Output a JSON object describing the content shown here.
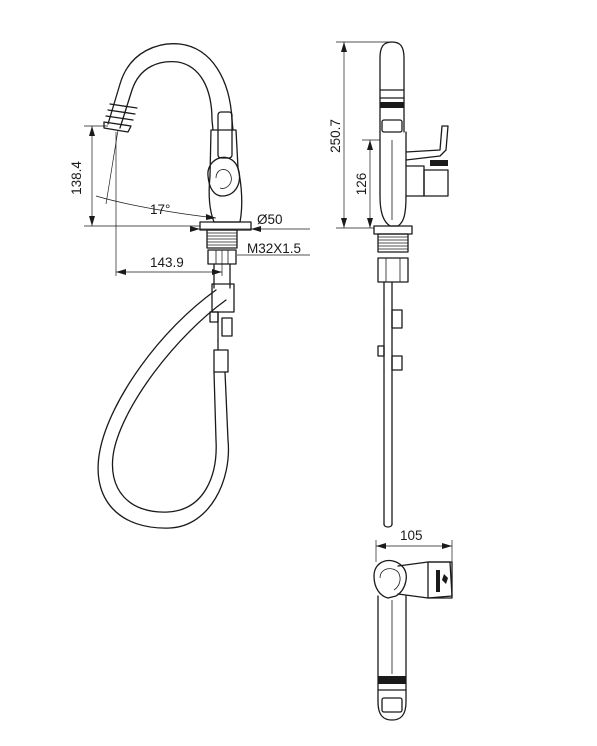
{
  "drawing": {
    "views": [
      "front-view",
      "side-view",
      "top-view"
    ],
    "dimensions": {
      "nozzle_height": "138.4",
      "angle": "17°",
      "base_diameter": "Ø50",
      "thread": "M32X1.5",
      "reach": "143.9",
      "total_height": "250.7",
      "lever_height": "126",
      "top_width": "105"
    },
    "line_color": "#1a1a1a",
    "background": "#ffffff"
  }
}
